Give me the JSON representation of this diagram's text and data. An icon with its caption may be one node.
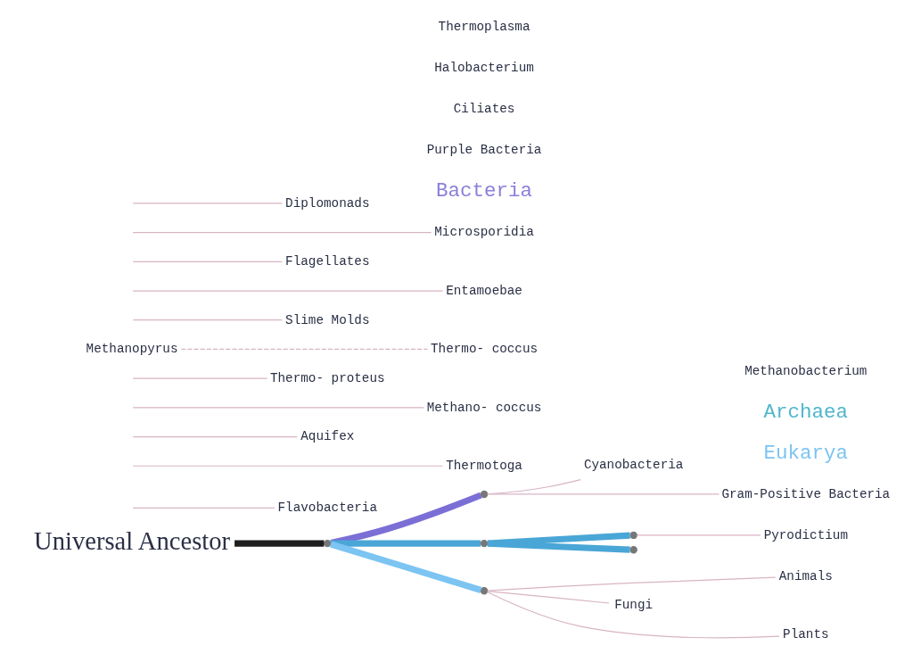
{
  "diagram": {
    "nodes": [
      {
        "text": [
          "Universal Ancestor"
        ]
      },
      {
        "text": [],
        "shape": "point"
      },
      {
        "text": [],
        "shape": "point"
      },
      {
        "text": [],
        "shape": "point"
      },
      {
        "text": [],
        "shape": "point"
      },
      {
        "text": [],
        "shape": "point"
      },
      {
        "text": [],
        "shape": "point"
      },
      {
        "text": [
          "Cyanobacteria"
        ]
      },
      {
        "text": [
          "Gram-Positive Bacteria"
        ]
      },
      {
        "text": [
          "Flavobacteria"
        ]
      },
      {
        "text": [
          "Thermotoga"
        ]
      },
      {
        "text": [
          "Aquifex"
        ]
      },
      {
        "text": [
          "Methano- coccus"
        ]
      },
      {
        "text": [
          "Thermo- proteus"
        ]
      },
      {
        "text": [
          "Thermo- coccus"
        ]
      },
      {
        "text": [
          "Pyrodictium"
        ]
      },
      {
        "text": [
          "Methanopyrus"
        ]
      },
      {
        "text": [
          "Animals"
        ]
      },
      {
        "text": [
          "Fungi"
        ]
      },
      {
        "text": [
          "Slime Molds"
        ]
      },
      {
        "text": [
          "Plants"
        ]
      },
      {
        "text": [
          "Entamoebae"
        ]
      },
      {
        "text": [
          "Flagellates"
        ]
      },
      {
        "text": [
          "Microsporidia"
        ]
      },
      {
        "text": [
          "Diplomonads"
        ]
      }
    ],
    "edges": [
      {
        "from": 0,
        "to": 1,
        "arrow": "none",
        "style": "thick",
        "color": "#1e1e1e"
      },
      {
        "from": 1,
        "to": 2,
        "arrow": "none",
        "style": "thick",
        "color": "#7b6fd6"
      },
      {
        "from": 1,
        "to": 3,
        "arrow": "none",
        "style": "thick",
        "color": "#4aa6d6"
      },
      {
        "from": 3,
        "to": 4,
        "arrow": "none",
        "style": "thick",
        "color": "#4aa6d6"
      },
      {
        "from": 3,
        "to": 5,
        "arrow": "none",
        "style": "thick",
        "color": "#4aa6d6"
      },
      {
        "from": 1,
        "to": 6,
        "arrow": "none",
        "style": "thick",
        "color": "#7cc4f2"
      },
      {
        "from": 7,
        "to": 2,
        "arrow": "none"
      },
      {
        "from": 8,
        "to": 2,
        "arrow": "none"
      },
      {
        "from": 9,
        "to": null,
        "arrow": "none"
      },
      {
        "from": 10,
        "to": null,
        "arrow": "none"
      },
      {
        "from": 11,
        "to": null,
        "arrow": "none"
      },
      {
        "from": 12,
        "to": null,
        "arrow": "none"
      },
      {
        "from": 13,
        "to": null,
        "arrow": "none"
      },
      {
        "from": 14,
        "to": 16,
        "arrow": "none",
        "style": "dashed"
      },
      {
        "from": 15,
        "to": 4,
        "arrow": "none"
      },
      {
        "from": 17,
        "to": 6,
        "arrow": "none"
      },
      {
        "from": 18,
        "to": 6,
        "arrow": "none"
      },
      {
        "from": 20,
        "to": 6,
        "arrow": "none"
      },
      {
        "from": 19,
        "to": null,
        "arrow": "none"
      },
      {
        "from": 21,
        "to": null,
        "arrow": "none"
      },
      {
        "from": 22,
        "to": null,
        "arrow": "none"
      },
      {
        "from": 23,
        "to": null,
        "arrow": "none"
      },
      {
        "from": 24,
        "to": null,
        "arrow": "none"
      }
    ],
    "labels": [
      "Eukarya",
      "Bacteria",
      "Purple Bacteria",
      "Ciliates",
      "Archaea",
      "Methanobacterium",
      "Halobacterium",
      "Thermoplasma"
    ]
  }
}
